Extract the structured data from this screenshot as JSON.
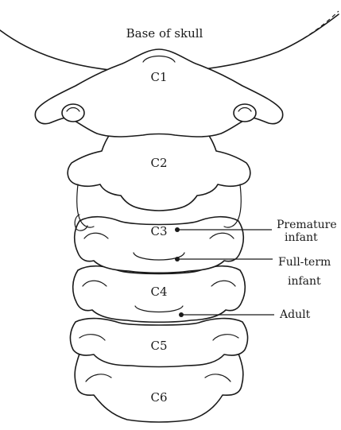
{
  "diagram": {
    "skull_label": "Base of skull",
    "vertebrae": [
      {
        "id": "c1",
        "label": "C1"
      },
      {
        "id": "c2",
        "label": "C2"
      },
      {
        "id": "c3",
        "label": "C3"
      },
      {
        "id": "c4",
        "label": "C4"
      },
      {
        "id": "c5",
        "label": "C5"
      },
      {
        "id": "c6",
        "label": "C6"
      }
    ],
    "callouts": {
      "premature": {
        "line1": "Premature",
        "line2": "infant"
      },
      "fullterm": {
        "line1": "Full-term",
        "line2": "infant"
      },
      "adult": {
        "line1": "Adult"
      }
    }
  }
}
